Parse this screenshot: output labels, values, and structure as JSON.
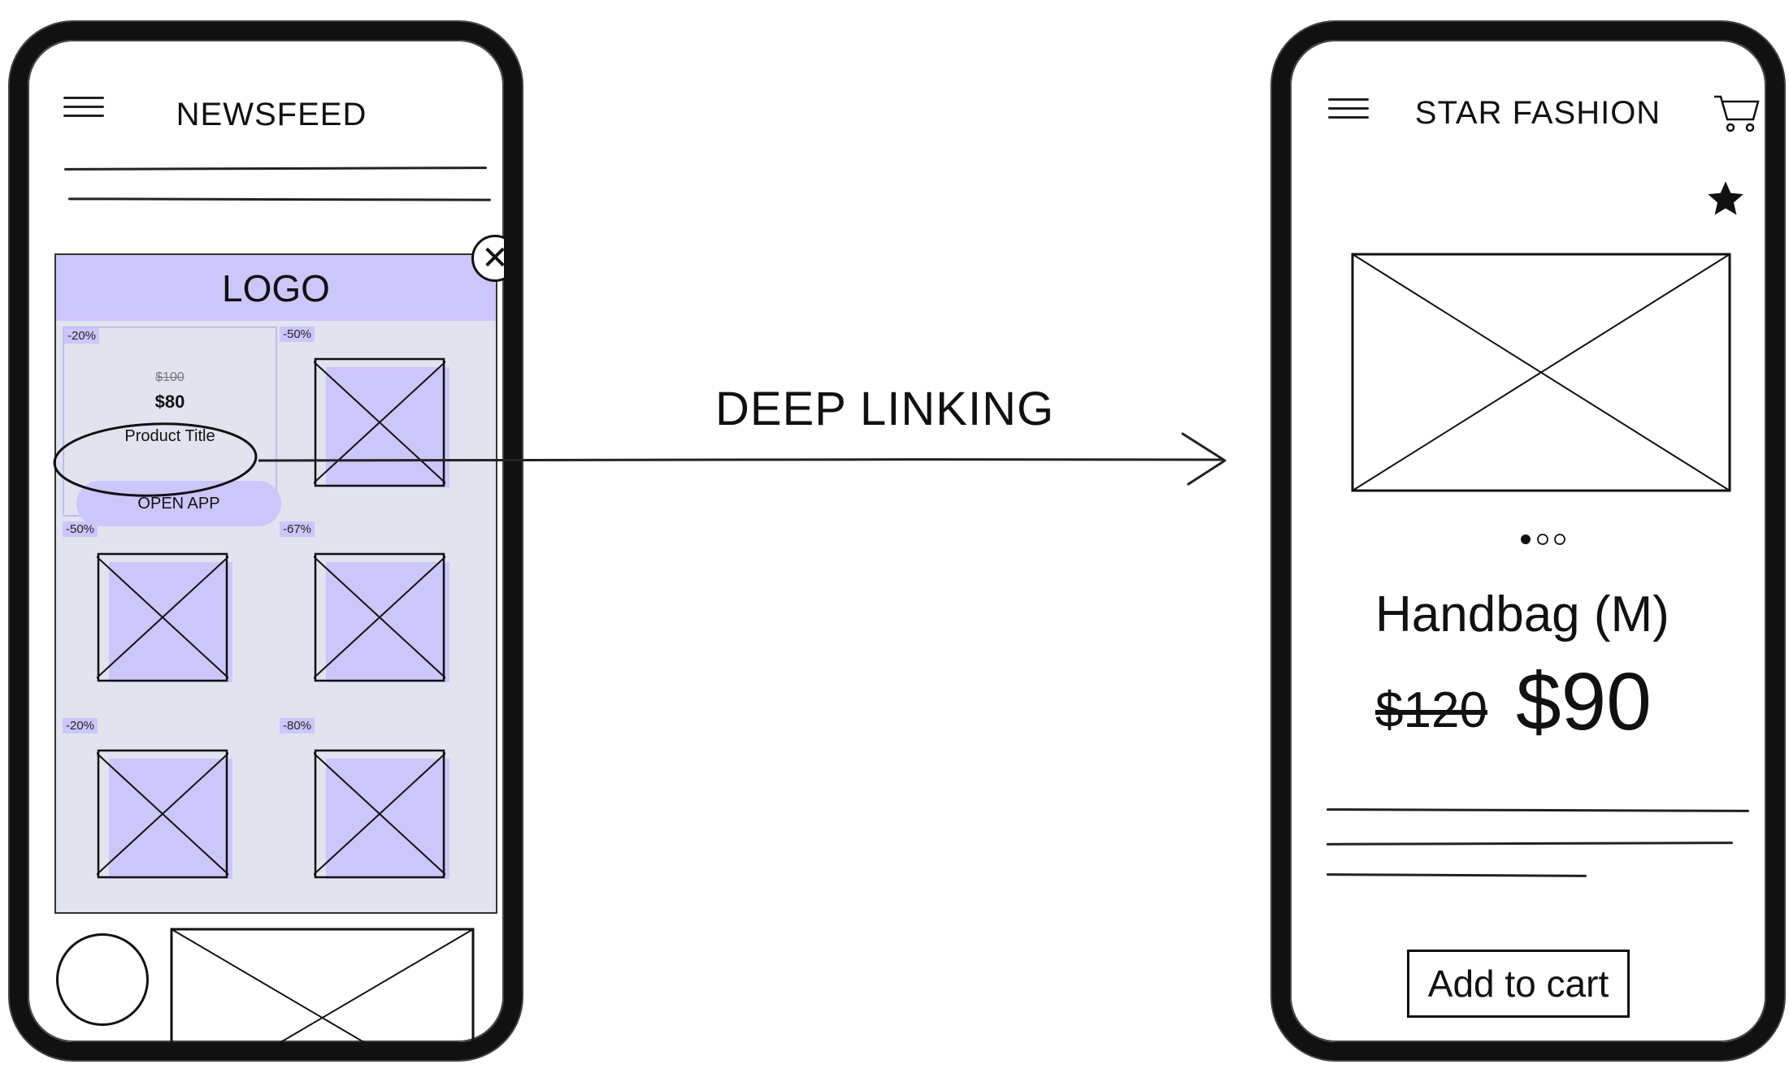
{
  "left_phone": {
    "header_title": "NEWSFEED",
    "popup": {
      "logo_text": "LOGO",
      "featured": {
        "discount": "-20%",
        "old_price": "$100",
        "new_price": "$80",
        "product_title": "Product Title",
        "open_app_label": "OPEN APP"
      },
      "tile_discounts": [
        "-50%",
        "-50%",
        "-67%",
        "-20%",
        "-80%"
      ]
    }
  },
  "arrow_label": "DEEP LINKING",
  "right_phone": {
    "header_title": "STAR FASHION",
    "product_name": "Handbag (M)",
    "old_price": "$120",
    "new_price": "$90",
    "add_to_cart_label": "Add to cart",
    "carousel": {
      "count": 3,
      "active_index": 0
    }
  },
  "colors": {
    "accent": "#cdc6fb",
    "popup_bg": "#e1e3ef",
    "ink": "#111111"
  },
  "icons": [
    "hamburger-icon",
    "close-icon",
    "cart-icon",
    "star-icon",
    "image-placeholder-icon"
  ]
}
